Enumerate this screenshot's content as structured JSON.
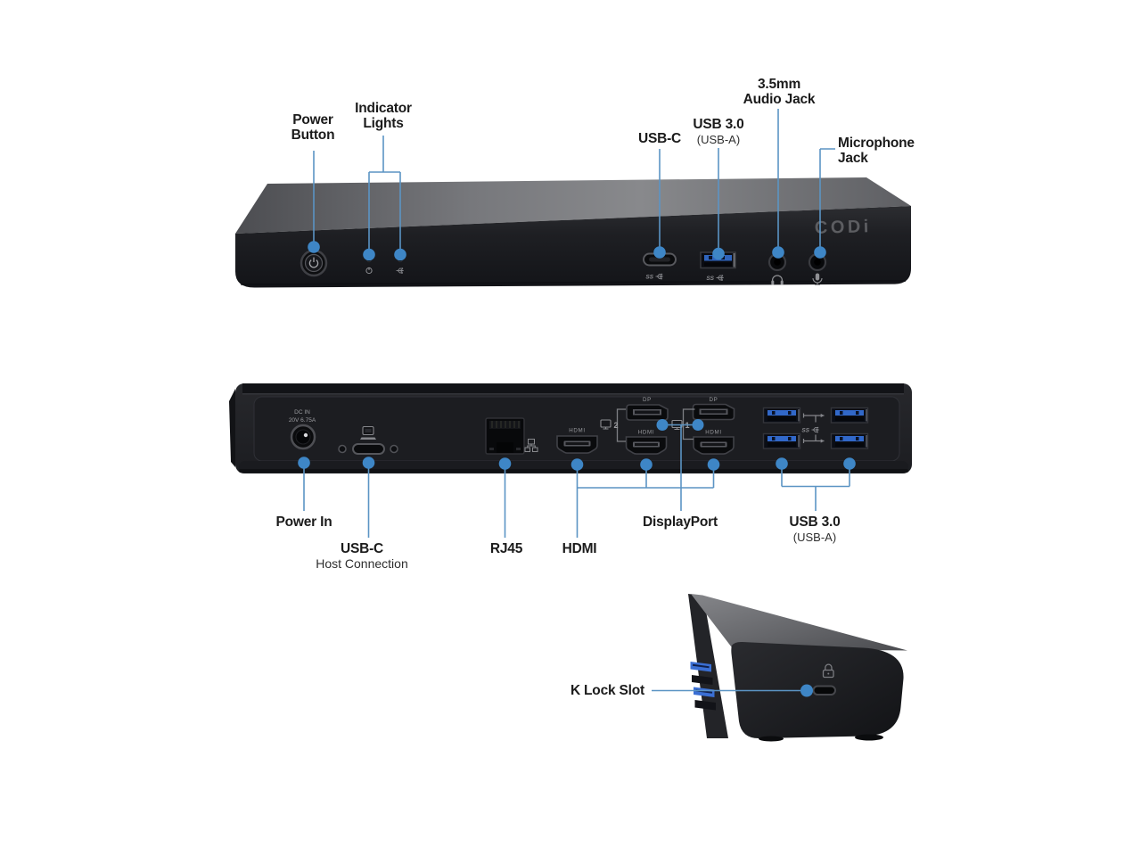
{
  "image": {
    "brand": "CODi",
    "subject": "USB-C docking station port callout diagram"
  },
  "colors": {
    "background": "#ffffff",
    "leader_line": "#5b94c4",
    "dot": "#3e86c6",
    "label_text": "#1b1b1b",
    "device_body": "#1e1f23",
    "device_top": "#7b7c80",
    "usb_blue": "#3168c9"
  },
  "front_view": {
    "callouts": {
      "power_button": {
        "line1": "Power",
        "line2": "Button"
      },
      "indicator_lights": {
        "line1": "Indicator",
        "line2": "Lights"
      },
      "usb_c": {
        "line1": "USB-C"
      },
      "usb_3_0": {
        "line1": "USB 3.0",
        "line2": "(USB-A)"
      },
      "audio_jack": {
        "line1": "3.5mm",
        "line2": "Audio Jack"
      },
      "microphone_jack": {
        "line1": "Microphone",
        "line2": "Jack"
      }
    },
    "markings": {
      "brand_logo": "CODi",
      "usb_c_ss": "SS",
      "usb_a_ss": "SS"
    }
  },
  "rear_view": {
    "callouts": {
      "power_in": {
        "line1": "Power In"
      },
      "usb_c_host": {
        "line1": "USB-C",
        "line2": "Host Connection"
      },
      "rj45": {
        "line1": "RJ45"
      },
      "hdmi": {
        "line1": "HDMI"
      },
      "displayport": {
        "line1": "DisplayPort"
      },
      "usb_3_0": {
        "line1": "USB 3.0",
        "line2": "(USB-A)"
      }
    },
    "markings": {
      "dc_in_line1": "DC IN",
      "dc_in_line2": "20V 6.75A",
      "dp_1": "DP",
      "dp_2": "DP",
      "hdmi_1": "HDMI",
      "hdmi_2": "HDMI",
      "hdmi_3": "HDMI",
      "display_group_2": "2",
      "display_group_1": "1",
      "usb_ss": "SS"
    }
  },
  "side_view": {
    "callouts": {
      "k_lock_slot": {
        "line1": "K Lock Slot"
      }
    }
  },
  "icons": {
    "power": "power-symbol",
    "usb_trident": "usb-trident",
    "headphones": "headphone-glyph",
    "microphone": "mic-glyph",
    "network": "lan-nodes",
    "monitor": "display-glyph",
    "padlock": "lock-glyph",
    "superspeed_usb": "SS-trident"
  }
}
